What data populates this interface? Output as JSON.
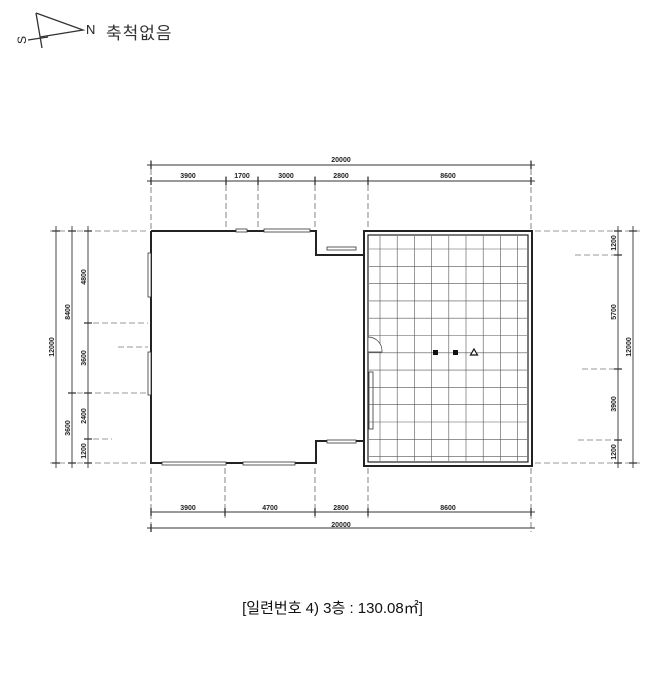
{
  "header": {
    "north_label": "N",
    "south_label": "S",
    "scale_note": "축척없음"
  },
  "dimensions": {
    "top_total": "20000",
    "top_segments": [
      "3900",
      "1700",
      "3000",
      "2800",
      "8600"
    ],
    "bottom_segments": [
      "3900",
      "4700",
      "2800",
      "8600"
    ],
    "bottom_total": "20000",
    "left_total": "12000",
    "left_middle": [
      "8400",
      "3600"
    ],
    "left_inner": [
      "4800",
      "3600",
      "2400",
      "1200"
    ],
    "right_segments": [
      "1200",
      "5700",
      "3900",
      "1200"
    ],
    "right_total": "12000"
  },
  "caption": "[일련번호 4) 3층 : 130.08㎡]"
}
